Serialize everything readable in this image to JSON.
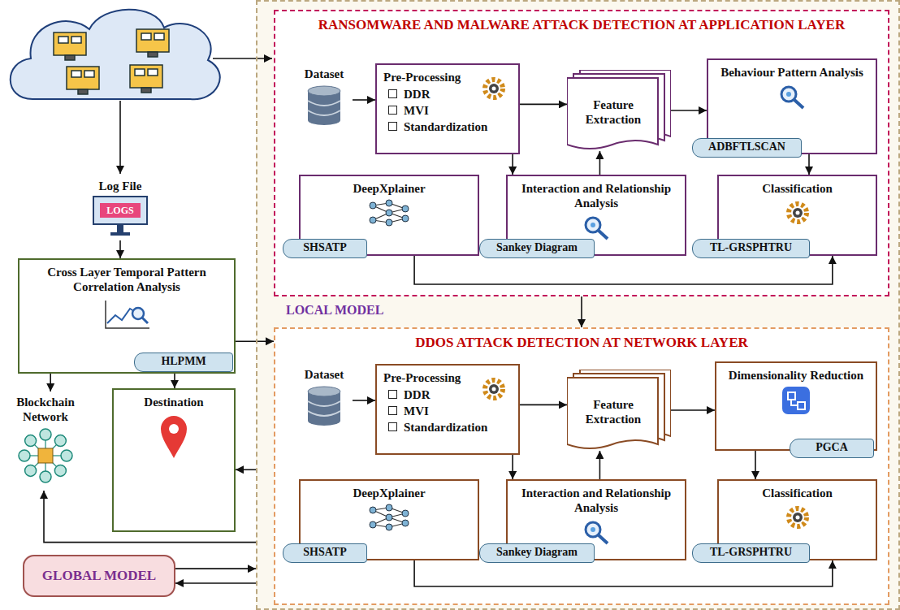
{
  "diagram": {
    "nodes": [
      {
        "text": [
          "LOCAL MODEL"
        ]
      },
      {
        "text": [
          "RANSOMWARE AND MALWARE ATTACK DETECTION AT APPLICATION LAYER"
        ],
        "in": 0
      },
      {
        "text": [
          "Dataset"
        ],
        "in": 1
      },
      {
        "text": [
          "Pre-Processing",
          "DDR",
          "MVI",
          "Standardization"
        ],
        "in": 1
      },
      {
        "text": [
          "Feature Extraction"
        ],
        "in": 1
      },
      {
        "text": [
          "Behaviour Pattern Analysis",
          "ADBFTLSCAN"
        ],
        "in": 1
      },
      {
        "text": [
          "DeepXplainer",
          "SHSATP"
        ],
        "in": 1
      },
      {
        "text": [
          "Interaction and Relationship Analysis",
          "Sankey Diagram"
        ],
        "in": 1
      },
      {
        "text": [
          "Classification",
          "TL-GRSPHTRU"
        ],
        "in": 1
      },
      {
        "text": [
          "DDOS ATTACK DETECTION AT NETWORK LAYER"
        ],
        "in": 0
      },
      {
        "text": [
          "Dataset"
        ],
        "in": 9
      },
      {
        "text": [
          "Pre-Processing",
          "DDR",
          "MVI",
          "Standardization"
        ],
        "in": 9
      },
      {
        "text": [
          "Feature Extraction"
        ],
        "in": 9
      },
      {
        "text": [
          "Dimensionality Reduction",
          "PGCA"
        ],
        "in": 9
      },
      {
        "text": [
          "DeepXplainer",
          "SHSATP"
        ],
        "in": 9
      },
      {
        "text": [
          "Interaction and Relationship Analysis",
          "Sankey Diagram"
        ],
        "in": 9
      },
      {
        "text": [
          "Classification",
          "TL-GRSPHTRU"
        ],
        "in": 9
      },
      {
        "text": [
          "Cross Layer Temporal Pattern Correlation Analysis",
          "HLPMM"
        ]
      },
      {
        "text": [
          "Destination"
        ]
      },
      {
        "text": [
          "Blockchain Network"
        ]
      },
      {
        "text": [
          "GLOBAL MODEL"
        ]
      },
      {
        "text": [
          "Log File",
          "LOGS"
        ]
      }
    ],
    "edges": [
      {
        "from": 2,
        "to": 3,
        "arrow": "to"
      },
      {
        "from": 3,
        "to": 4,
        "arrow": "to"
      },
      {
        "from": 4,
        "to": 5,
        "arrow": "to"
      },
      {
        "from": 5,
        "to": 8,
        "arrow": "to"
      },
      {
        "from": 3,
        "to": 7,
        "arrow": "to"
      },
      {
        "from": 7,
        "to": 4,
        "arrow": "to"
      },
      {
        "from": 6,
        "to": 8,
        "arrow": "to"
      },
      {
        "from": 10,
        "to": 11,
        "arrow": "to"
      },
      {
        "from": 11,
        "to": 12,
        "arrow": "to"
      },
      {
        "from": 12,
        "to": 13,
        "arrow": "to"
      },
      {
        "from": 13,
        "to": 16,
        "arrow": "to"
      },
      {
        "from": 11,
        "to": 15,
        "arrow": "to"
      },
      {
        "from": 15,
        "to": 12,
        "arrow": "to"
      },
      {
        "from": 14,
        "to": 16,
        "arrow": "to"
      },
      {
        "from": 1,
        "to": 9,
        "arrow": "to"
      },
      {
        "from": 21,
        "to": 17,
        "arrow": "to"
      },
      {
        "from": 17,
        "to": 9,
        "arrow": "to"
      },
      {
        "from": 17,
        "to": 19,
        "arrow": "to"
      },
      {
        "from": 17,
        "to": 18,
        "arrow": "to"
      },
      {
        "from": 0,
        "to": 18,
        "arrow": "to"
      },
      {
        "from": 0,
        "to": 19,
        "arrow": "to"
      },
      {
        "from": 20,
        "to": 0,
        "arrow": "to"
      },
      {
        "from": 0,
        "to": 20,
        "arrow": "to"
      }
    ]
  }
}
